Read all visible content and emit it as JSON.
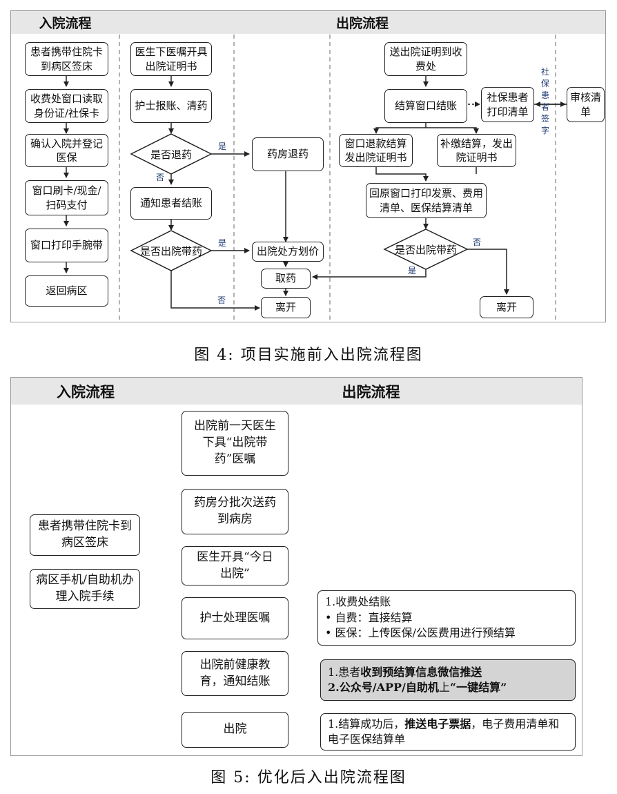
{
  "fig1": {
    "header_left": "入院流程",
    "header_right": "出院流程",
    "admission": [
      "患者携带住院卡到病区签床",
      "收费处窗口读取身份证/社保卡",
      "确认入院并登记医保",
      "窗口刷卡/现金/扫码支付",
      "窗口打印手腕带",
      "返回病区"
    ],
    "doctor_order": "医生下医嘱开具出院证明书",
    "nurse_bill": "护士报账、清药",
    "decision_return": "是否退药",
    "notify": "通知患者结账",
    "decision_carry": "是否出院带药",
    "pharmacy_return": "药房退药",
    "prescription": "出院处方划价",
    "take_med": "取药",
    "leave_left": "离开",
    "send_cert": "送出院证明到收费处",
    "settle_window": "结算窗口结账",
    "social_print": "社保患者打印清单",
    "review": "审核清单",
    "social_sign": "社保患者签字",
    "refund_settle": "窗口退款结算发出院证明书",
    "supplement_settle": "补缴结算，发出院证明书",
    "print_invoice": "回原窗口打印发票、费用清单、医保结算清单",
    "decision_carry_right": "是否出院带药",
    "leave_right": "离开",
    "yes": "是",
    "no": "否",
    "caption": "图 4: 项目实施前入出院流程图"
  },
  "fig2": {
    "header_left": "入院流程",
    "header_right": "出院流程",
    "admission": [
      "患者携带住院卡到病区签床",
      "病区手机/自助机办理入院手续"
    ],
    "doctor_order": "出院前一天医生下具“出院带药”医嘱",
    "pharmacy_send": "药房分批次送药到病房",
    "doctor_today": "医生开具“今日出院”",
    "nurse_process": "护士处理医嘱",
    "health_edu": "出院前健康教育，通知结账",
    "discharge": "出院",
    "cashier": {
      "title": "1.收费处结账",
      "items": [
        "•  自费：直接结算",
        "•  医保：上传医保/公医费用进行预结算"
      ]
    },
    "push_1a": "1.患者",
    "push_1b": "收到预结算信息微信推送",
    "push_2a": "2.",
    "push_2b": "公众号/APP/自助机",
    "push_2c": "上",
    "push_2d": "“一键结算”",
    "done_1": "1.结算成功后，",
    "done_2": "推送电子票据",
    "done_3": "，电子费用清单和电子医保结算单",
    "caption": "图 5: 优化后入出院流程图"
  }
}
